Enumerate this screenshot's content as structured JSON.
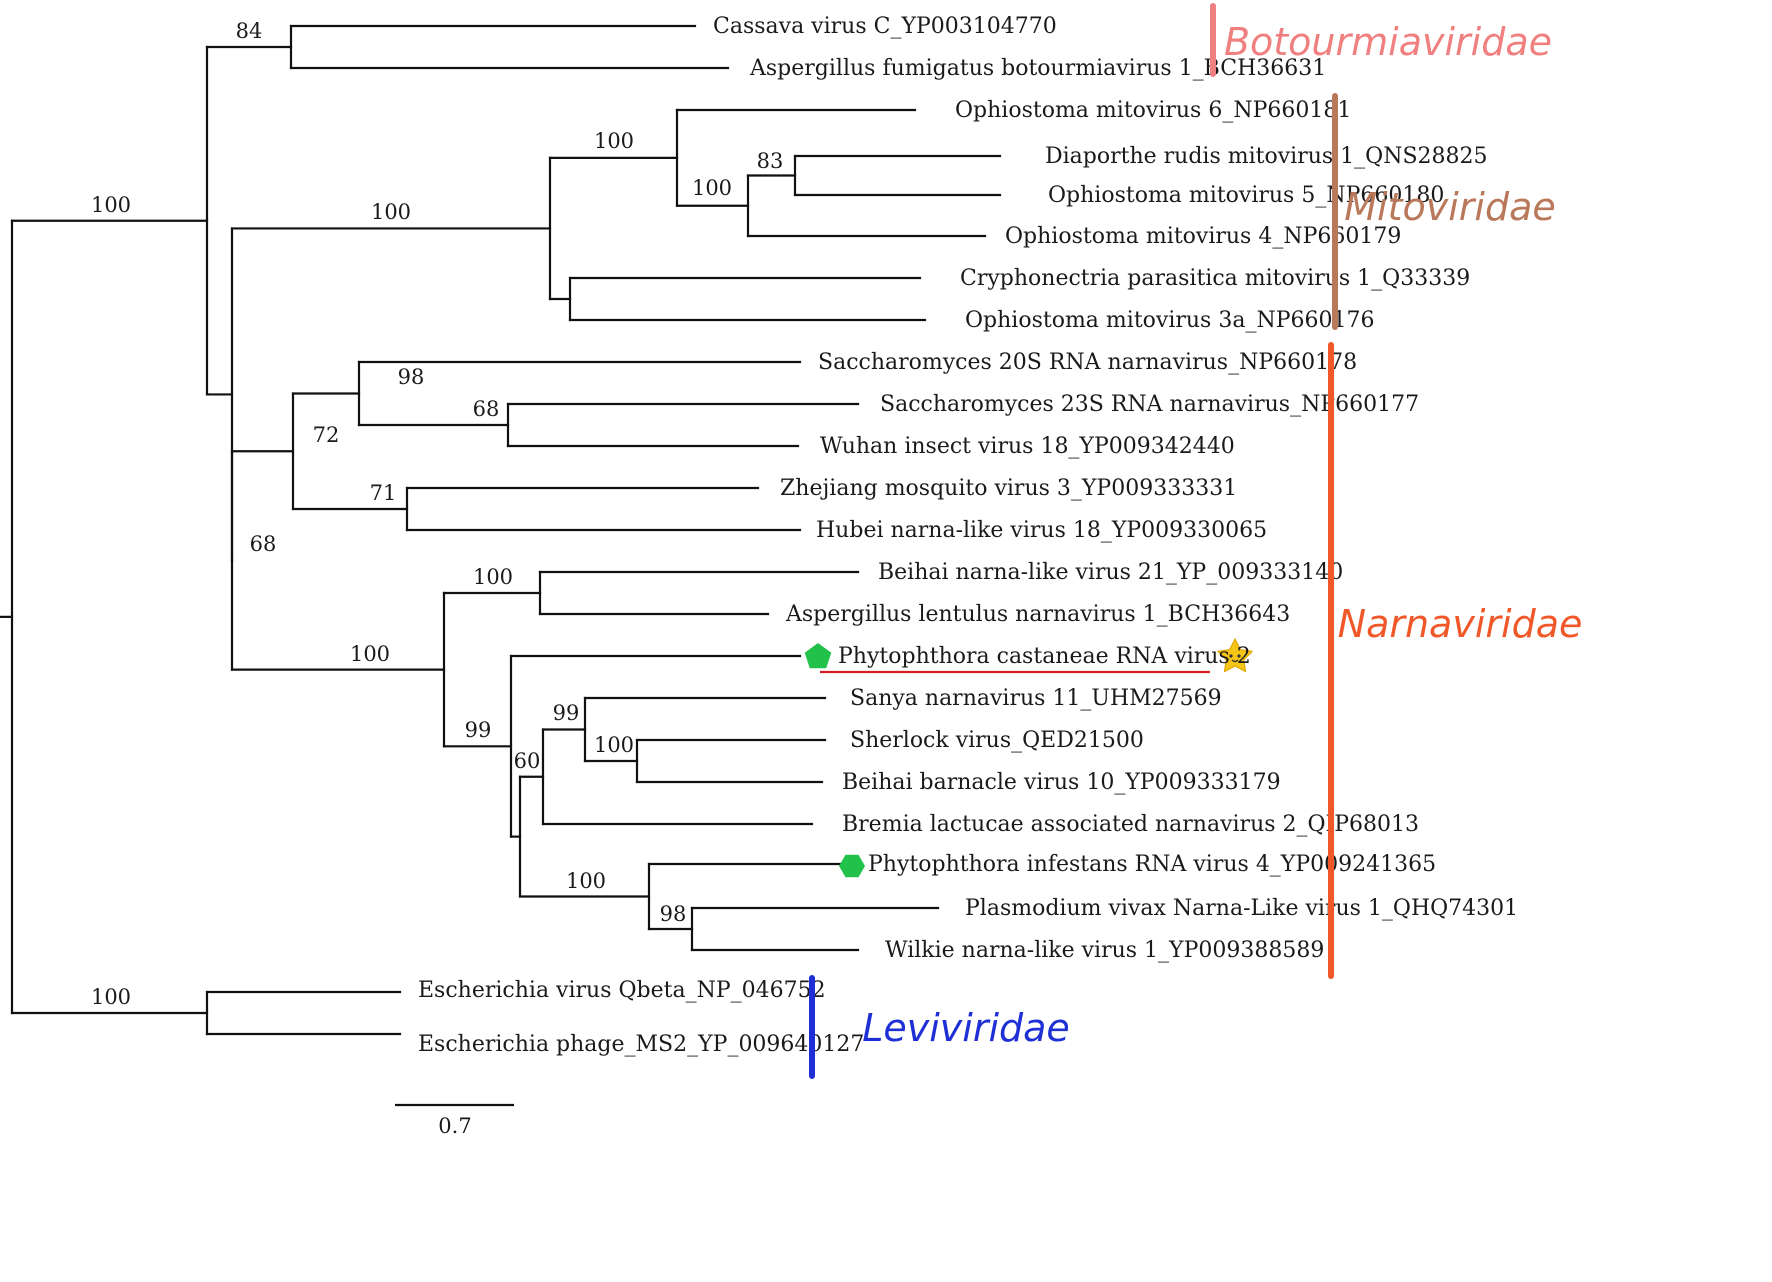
{
  "taxa": [
    {
      "id": "cassava",
      "label": "Cassava virus C_YP003104770"
    },
    {
      "id": "aspbot",
      "label": "Aspergillus fumigatus botourmiavirus 1_BCH36631"
    },
    {
      "id": "oph6",
      "label": "Ophiostoma mitovirus 6_NP660181"
    },
    {
      "id": "diap",
      "label": "Diaporthe rudis mitovirus 1_QNS28825"
    },
    {
      "id": "oph5",
      "label": "Ophiostoma mitovirus 5_NP660180"
    },
    {
      "id": "oph4",
      "label": "Ophiostoma mitovirus 4_NP660179"
    },
    {
      "id": "cryph",
      "label": "Cryphonectria parasitica mitovirus 1_Q33339"
    },
    {
      "id": "oph3a",
      "label": "Ophiostoma mitovirus 3a_NP660176"
    },
    {
      "id": "sac20",
      "label": "Saccharomyces 20S RNA narnavirus_NP660178"
    },
    {
      "id": "sac23",
      "label": "Saccharomyces 23S RNA narnavirus_NP660177"
    },
    {
      "id": "wuhan",
      "label": "Wuhan insect virus 18_YP009342440"
    },
    {
      "id": "zhej",
      "label": "Zhejiang mosquito virus 3_YP009333331"
    },
    {
      "id": "hubei",
      "label": "Hubei narna-like virus 18_YP009330065"
    },
    {
      "id": "beihai21",
      "label": "Beihai narna-like virus 21_YP_009333140"
    },
    {
      "id": "asplent",
      "label": "Aspergillus lentulus narnavirus 1_BCH36643"
    },
    {
      "id": "pcast",
      "label": "Phytophthora castaneae RNA virus 2"
    },
    {
      "id": "sanya",
      "label": "Sanya narnavirus 11_UHM27569"
    },
    {
      "id": "sherlock",
      "label": "Sherlock virus_QED21500"
    },
    {
      "id": "beihaib",
      "label": "Beihai barnacle virus 10_YP009333179"
    },
    {
      "id": "bremia",
      "label": "Bremia lactucae associated narnavirus 2_QIP68013"
    },
    {
      "id": "pinf",
      "label": "Phytophthora infestans RNA virus 4_YP009241365"
    },
    {
      "id": "plasmo",
      "label": "Plasmodium vivax Narna-Like virus 1_QHQ74301"
    },
    {
      "id": "wilkie",
      "label": "Wilkie narna-like virus 1_YP009388589"
    },
    {
      "id": "qbeta",
      "label": "Escherichia virus Qbeta_NP_046752"
    },
    {
      "id": "ms2",
      "label": "Escherichia phage_MS2_YP_009640127"
    }
  ],
  "support": [
    {
      "id": "n_bot",
      "value": "84"
    },
    {
      "id": "n_main",
      "value": "100"
    },
    {
      "id": "n_mito",
      "value": "100"
    },
    {
      "id": "n_mitoA",
      "value": "100"
    },
    {
      "id": "n_mitoB",
      "value": "100"
    },
    {
      "id": "n_mitoC",
      "value": "83"
    },
    {
      "id": "n_narna",
      "value": "68"
    },
    {
      "id": "n_g1",
      "value": "72"
    },
    {
      "id": "n_g1a",
      "value": "98"
    },
    {
      "id": "n_g1b",
      "value": "68"
    },
    {
      "id": "n_g1c",
      "value": "71"
    },
    {
      "id": "n_g2",
      "value": "100"
    },
    {
      "id": "n_g2a",
      "value": "100"
    },
    {
      "id": "n_g2b",
      "value": "99"
    },
    {
      "id": "n_g2d",
      "value": "60"
    },
    {
      "id": "n_g2e",
      "value": "99"
    },
    {
      "id": "n_g2f",
      "value": "100"
    },
    {
      "id": "n_g2g",
      "value": "100"
    },
    {
      "id": "n_g2h",
      "value": "98"
    },
    {
      "id": "n_levi",
      "value": "100"
    }
  ],
  "families": [
    {
      "id": "botourmiaviridae",
      "label": "Botourmiaviridae",
      "color": "#f08080"
    },
    {
      "id": "mitoviridae",
      "label": "Mitoviridae",
      "color": "#b9785a"
    },
    {
      "id": "narnaviridae",
      "label": "Narnaviridae",
      "color": "#f0582a"
    },
    {
      "id": "leviviridae",
      "label": "Leviviridae",
      "color": "#1f2fd6"
    }
  ],
  "scale_bar": {
    "label": "0.7"
  },
  "highlight": {
    "underline_color": "#d62020",
    "marker_color": "#22c24a",
    "star_color": "#f5c518",
    "marker_icon": "green-pentagon-icon",
    "star_icon": "star-icon"
  }
}
